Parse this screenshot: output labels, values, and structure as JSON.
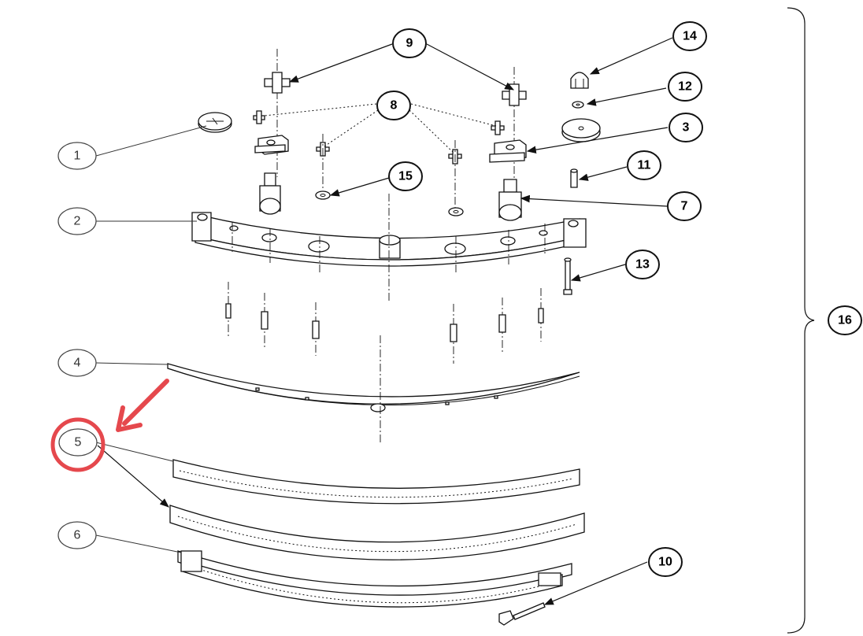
{
  "callouts": {
    "c1": "1",
    "c2": "2",
    "c3": "3",
    "c4": "4",
    "c5": "5",
    "c6": "6",
    "c7": "7",
    "c8": "8",
    "c9": "9",
    "c10": "10",
    "c11": "11",
    "c12": "12",
    "c13": "13",
    "c14": "14",
    "c15": "15",
    "c16": "16"
  },
  "colors": {
    "highlight": "#e5484d",
    "ink": "#111111"
  }
}
